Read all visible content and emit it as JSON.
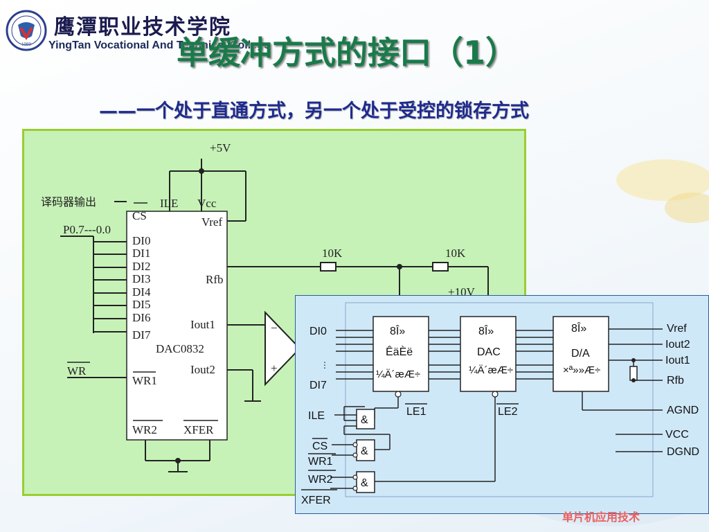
{
  "header": {
    "school_name_cn": "鹰潭职业技术学院",
    "school_name_en": "YingTan Vocational And Technical College",
    "logo_year": "1980",
    "title": "单缓冲方式的接口（1）",
    "subtitle": "——一个处于直通方式，另一个处于受控的锁存方式"
  },
  "circuit_main": {
    "decoder_label": "译码器输出",
    "supply_plus5": "+5V",
    "pin_ile": "ILE",
    "pin_vcc": "Vcc",
    "pin_vref": "Vref",
    "pin_cs": "CS",
    "port_label": "P0.7---0.0",
    "pin_di0": "DI0",
    "pin_di1": "DI1",
    "pin_di2": "DI2",
    "pin_di3": "DI3",
    "pin_di4": "DI4",
    "pin_di5": "DI5",
    "pin_di6": "DI6",
    "pin_di7": "DI7",
    "pin_rfb": "Rfb",
    "pin_iout1": "Iout1",
    "pin_iout2": "Iout2",
    "chip_name": "DAC0832",
    "wr_label": "WR",
    "pin_wr1": "WR1",
    "pin_wr2": "WR2",
    "pin_xfer": "XFER",
    "resistor1": "10K",
    "resistor2": "10K",
    "supply_plus10": "+10V",
    "opamp_minus": "−",
    "opamp_plus": "+"
  },
  "circuit_block": {
    "di0": "DI0",
    "di7": "DI7",
    "ile": "ILE",
    "cs": "CS",
    "wr1": "WR1",
    "wr2": "WR2",
    "xfer": "XFER",
    "block1_line1": "8Î»",
    "block1_line2": "ÊäÈë",
    "block1_line3": "¼Ä´æÆ÷",
    "block2_line1": "8Î»",
    "block2_line2": "DAC",
    "block2_line3": "¼Ä´æÆ÷",
    "block3_line1": "8Î»",
    "block3_line2": "D/A",
    "block3_line3": "×ª»»Æ÷",
    "le1": "LE1",
    "le2": "LE2",
    "and_symbol": "&",
    "out_vref": "Vref",
    "out_iout2": "Iout2",
    "out_iout1": "Iout1",
    "out_rfb": "Rfb",
    "out_agnd": "AGND",
    "out_vcc": "VCC",
    "out_dgnd": "DGND"
  },
  "footer": {
    "text": "单片机应用技术"
  },
  "colors": {
    "title_green": "#1a7a4a",
    "subtitle_blue": "#1e2a8e",
    "panel_green": "#c6f2b7",
    "panel_blue": "#cfe8f8"
  }
}
